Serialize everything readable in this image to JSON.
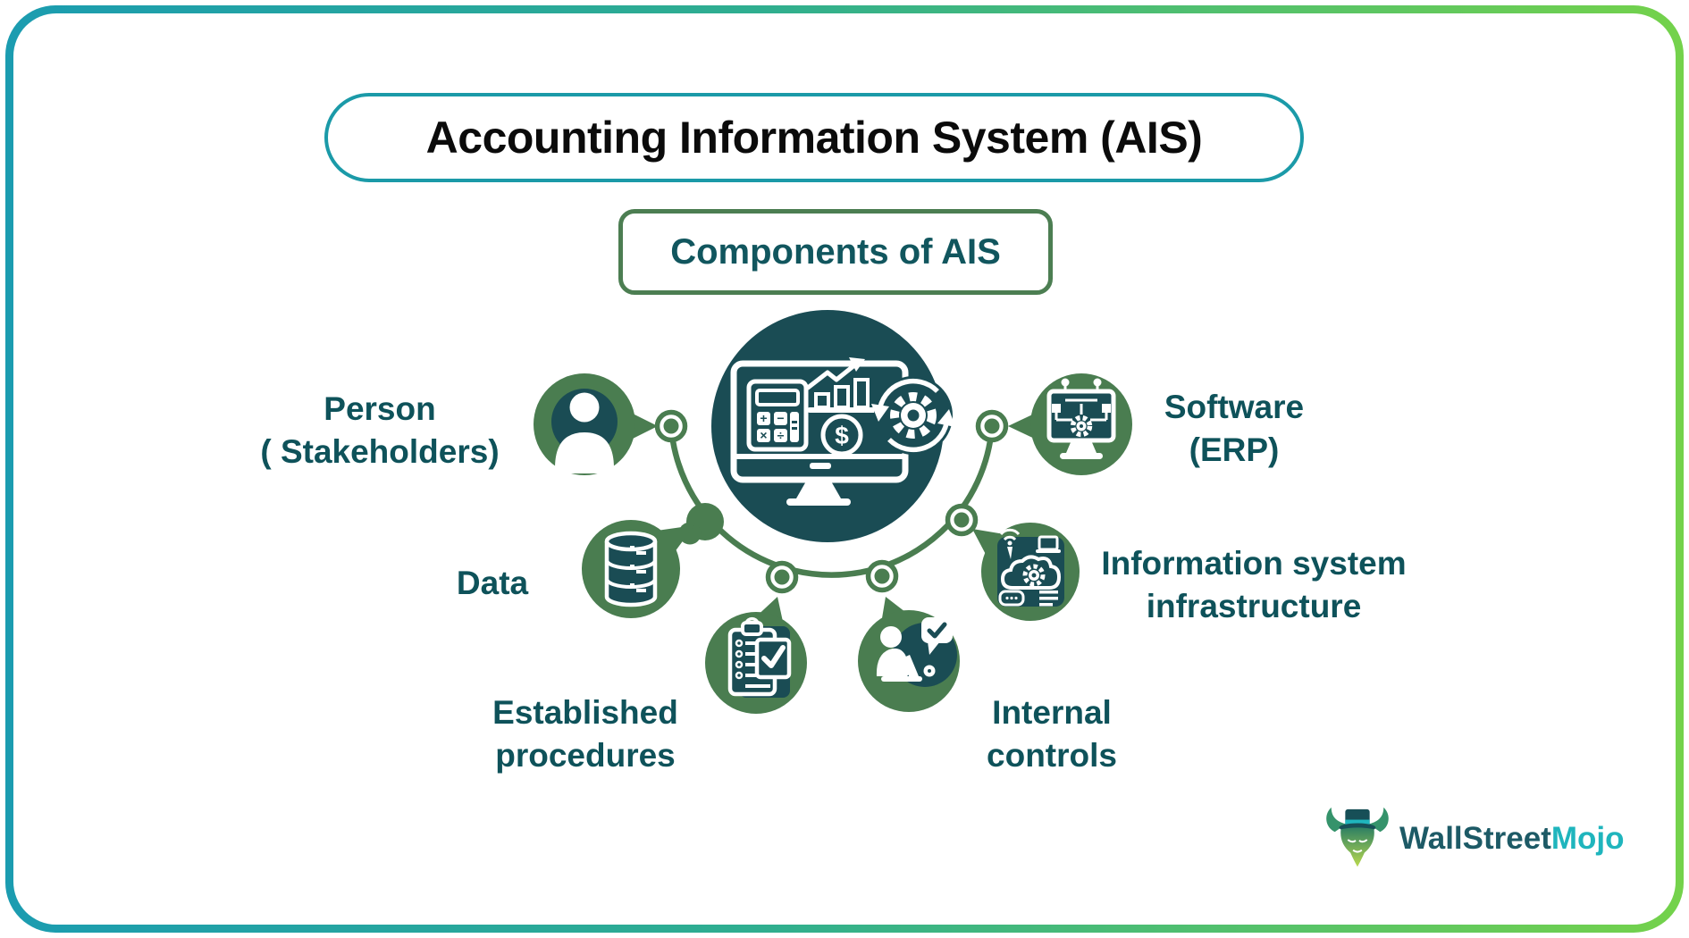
{
  "header": {
    "title": "Accounting Information System (AIS)"
  },
  "subtitle": {
    "text": "Components of AIS"
  },
  "diagram": {
    "center": {
      "icon": "accounting-dashboard-icon"
    },
    "nodes": [
      {
        "id": "person",
        "icon": "person-icon",
        "lines": [
          "Person",
          "( Stakeholders)"
        ]
      },
      {
        "id": "software",
        "icon": "erp-monitor-icon",
        "lines": [
          "Software",
          "(ERP)"
        ]
      },
      {
        "id": "data",
        "icon": "database-icon",
        "lines": [
          "Data"
        ]
      },
      {
        "id": "infrastructure",
        "icon": "cloud-network-icon",
        "lines": [
          "Information system",
          "infrastructure"
        ]
      },
      {
        "id": "established-procedures",
        "icon": "checklist-clipboard-icon",
        "lines": [
          "Established",
          "procedures"
        ]
      },
      {
        "id": "internal-controls",
        "icon": "auditor-checkmark-icon",
        "lines": [
          "Internal",
          "controls"
        ]
      }
    ]
  },
  "central_icon_glyphs": {
    "dollar": "$",
    "plus": "+",
    "minus": "−",
    "times": "×",
    "divide": "÷"
  },
  "logo": {
    "part1": "WallStreet",
    "part2": "Mojo",
    "mascot": "bull-with-top-hat-icon"
  },
  "colors": {
    "dark_teal": "#1a4c54",
    "node_green": "#4a7d50",
    "connector_green": "#4a7d50",
    "label_teal": "#0e525a",
    "title_border": "#1b9aa8",
    "subtitle_border": "#4c7e52",
    "frame_gradient_left": "#1b9cb0",
    "frame_gradient_right": "#74d24b",
    "logo_primary": "#1d5a66",
    "logo_accent": "#1fb5bd"
  }
}
